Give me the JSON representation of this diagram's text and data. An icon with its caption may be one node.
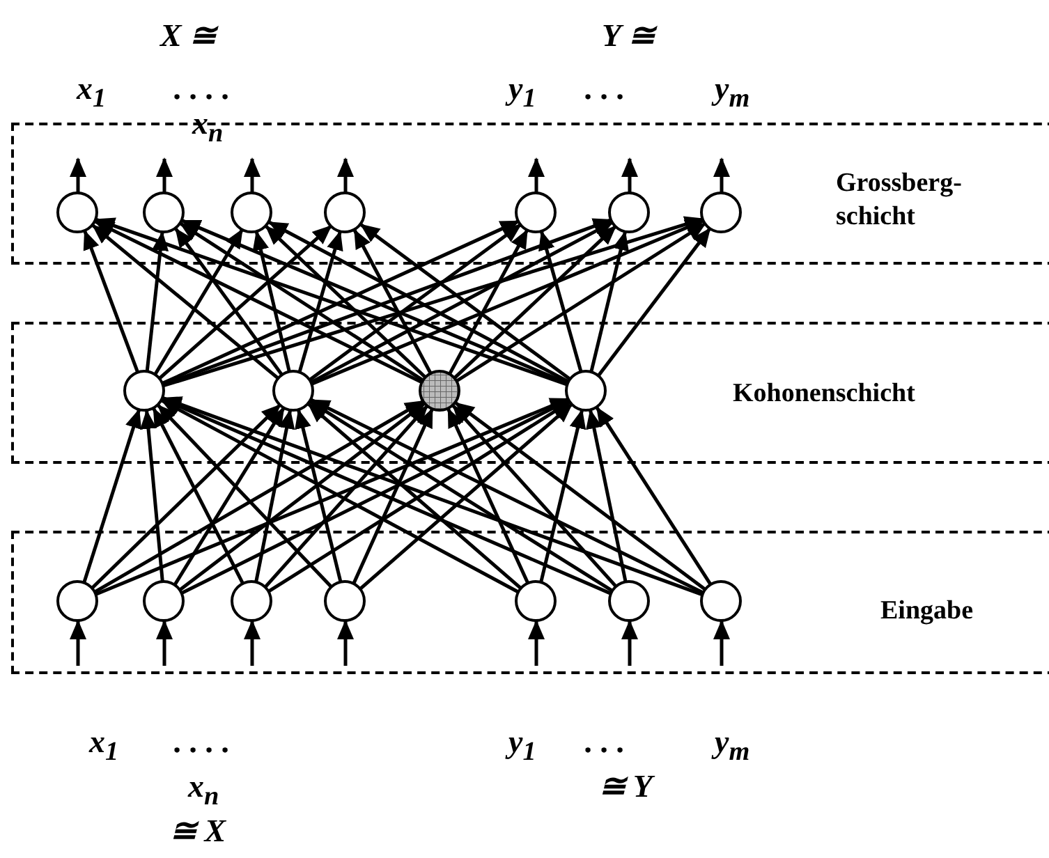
{
  "diagram": {
    "nodes": [
      {
        "text": [
          "Grossberg- schicht"
        ]
      },
      {
        "text": [],
        "shape": "circle",
        "in": 0
      },
      {
        "text": [],
        "shape": "circle",
        "in": 0
      },
      {
        "text": [],
        "shape": "circle",
        "in": 0
      },
      {
        "text": [],
        "shape": "circle",
        "in": 0
      },
      {
        "text": [],
        "shape": "circle",
        "in": 0
      },
      {
        "text": [],
        "shape": "circle",
        "in": 0
      },
      {
        "text": [],
        "shape": "circle",
        "in": 0
      },
      {
        "text": [
          "Kohonenschicht"
        ]
      },
      {
        "text": [],
        "shape": "circle",
        "in": 8
      },
      {
        "text": [],
        "shape": "circle",
        "in": 8
      },
      {
        "text": [],
        "shape": "circle",
        "in": 8
      },
      {
        "text": [],
        "shape": "circle",
        "in": 8
      },
      {
        "text": [
          "Eingabe"
        ]
      },
      {
        "text": [],
        "shape": "circle",
        "in": 13
      },
      {
        "text": [],
        "shape": "circle",
        "in": 13
      },
      {
        "text": [],
        "shape": "circle",
        "in": 13
      },
      {
        "text": [],
        "shape": "circle",
        "in": 13
      },
      {
        "text": [],
        "shape": "circle",
        "in": 13
      },
      {
        "text": [],
        "shape": "circle",
        "in": 13
      },
      {
        "text": [],
        "shape": "circle",
        "in": 13
      }
    ],
    "edges": [
      {
        "from": null,
        "to": 14,
        "arrow": "to"
      },
      {
        "from": null,
        "to": 15,
        "arrow": "to"
      },
      {
        "from": null,
        "to": 16,
        "arrow": "to"
      },
      {
        "from": null,
        "to": 17,
        "arrow": "to"
      },
      {
        "from": null,
        "to": 18,
        "arrow": "to"
      },
      {
        "from": null,
        "to": 19,
        "arrow": "to"
      },
      {
        "from": null,
        "to": 20,
        "arrow": "to"
      },
      {
        "from": 14,
        "to": 9,
        "arrow": "to"
      },
      {
        "from": 14,
        "to": 10,
        "arrow": "to"
      },
      {
        "from": 14,
        "to": 11,
        "arrow": "to"
      },
      {
        "from": 14,
        "to": 12,
        "arrow": "to"
      },
      {
        "from": 15,
        "to": 9,
        "arrow": "to"
      },
      {
        "from": 15,
        "to": 10,
        "arrow": "to"
      },
      {
        "from": 15,
        "to": 11,
        "arrow": "to"
      },
      {
        "from": 15,
        "to": 12,
        "arrow": "to"
      },
      {
        "from": 16,
        "to": 9,
        "arrow": "to"
      },
      {
        "from": 16,
        "to": 10,
        "arrow": "to"
      },
      {
        "from": 16,
        "to": 11,
        "arrow": "to"
      },
      {
        "from": 16,
        "to": 12,
        "arrow": "to"
      },
      {
        "from": 17,
        "to": 9,
        "arrow": "to"
      },
      {
        "from": 17,
        "to": 10,
        "arrow": "to"
      },
      {
        "from": 17,
        "to": 11,
        "arrow": "to"
      },
      {
        "from": 17,
        "to": 12,
        "arrow": "to"
      },
      {
        "from": 18,
        "to": 9,
        "arrow": "to"
      },
      {
        "from": 18,
        "to": 10,
        "arrow": "to"
      },
      {
        "from": 18,
        "to": 11,
        "arrow": "to"
      },
      {
        "from": 18,
        "to": 12,
        "arrow": "to"
      },
      {
        "from": 19,
        "to": 9,
        "arrow": "to"
      },
      {
        "from": 19,
        "to": 10,
        "arrow": "to"
      },
      {
        "from": 19,
        "to": 11,
        "arrow": "to"
      },
      {
        "from": 19,
        "to": 12,
        "arrow": "to"
      },
      {
        "from": 20,
        "to": 9,
        "arrow": "to"
      },
      {
        "from": 20,
        "to": 10,
        "arrow": "to"
      },
      {
        "from": 20,
        "to": 11,
        "arrow": "to"
      },
      {
        "from": 20,
        "to": 12,
        "arrow": "to"
      },
      {
        "from": 9,
        "to": 1,
        "arrow": "to"
      },
      {
        "from": 9,
        "to": 2,
        "arrow": "to"
      },
      {
        "from": 9,
        "to": 3,
        "arrow": "to"
      },
      {
        "from": 9,
        "to": 4,
        "arrow": "to"
      },
      {
        "from": 9,
        "to": 5,
        "arrow": "to"
      },
      {
        "from": 9,
        "to": 6,
        "arrow": "to"
      },
      {
        "from": 9,
        "to": 7,
        "arrow": "to"
      },
      {
        "from": 10,
        "to": 1,
        "arrow": "to"
      },
      {
        "from": 10,
        "to": 2,
        "arrow": "to"
      },
      {
        "from": 10,
        "to": 3,
        "arrow": "to"
      },
      {
        "from": 10,
        "to": 4,
        "arrow": "to"
      },
      {
        "from": 10,
        "to": 5,
        "arrow": "to"
      },
      {
        "from": 10,
        "to": 6,
        "arrow": "to"
      },
      {
        "from": 10,
        "to": 7,
        "arrow": "to"
      },
      {
        "from": 11,
        "to": 1,
        "arrow": "to"
      },
      {
        "from": 11,
        "to": 2,
        "arrow": "to"
      },
      {
        "from": 11,
        "to": 3,
        "arrow": "to"
      },
      {
        "from": 11,
        "to": 4,
        "arrow": "to"
      },
      {
        "from": 11,
        "to": 5,
        "arrow": "to"
      },
      {
        "from": 11,
        "to": 6,
        "arrow": "to"
      },
      {
        "from": 11,
        "to": 7,
        "arrow": "to"
      },
      {
        "from": 12,
        "to": 1,
        "arrow": "to"
      },
      {
        "from": 12,
        "to": 2,
        "arrow": "to"
      },
      {
        "from": 12,
        "to": 3,
        "arrow": "to"
      },
      {
        "from": 12,
        "to": 4,
        "arrow": "to"
      },
      {
        "from": 12,
        "to": 5,
        "arrow": "to"
      },
      {
        "from": 12,
        "to": 6,
        "arrow": "to"
      },
      {
        "from": 12,
        "to": 7,
        "arrow": "to"
      },
      {
        "from": 1,
        "to": null,
        "arrow": "to"
      },
      {
        "from": 2,
        "to": null,
        "arrow": "to"
      },
      {
        "from": 3,
        "to": null,
        "arrow": "to"
      },
      {
        "from": 4,
        "to": null,
        "arrow": "to"
      },
      {
        "from": 5,
        "to": null,
        "arrow": "to"
      },
      {
        "from": 6,
        "to": null,
        "arrow": "to"
      },
      {
        "from": 7,
        "to": null,
        "arrow": "to"
      }
    ],
    "labels": [
      "X ≅",
      "Y ≅",
      "x$_{1}$",
      ". . . .",
      "y$_{1}$",
      ". . .",
      "y$_{m}$",
      "x$_{n}$",
      "x$_{1}$",
      ". . . .",
      "y$_{1}$",
      ". . .",
      "y$_{m}$",
      "x$_{n}$",
      "≅ Y",
      "≅ X"
    ]
  }
}
